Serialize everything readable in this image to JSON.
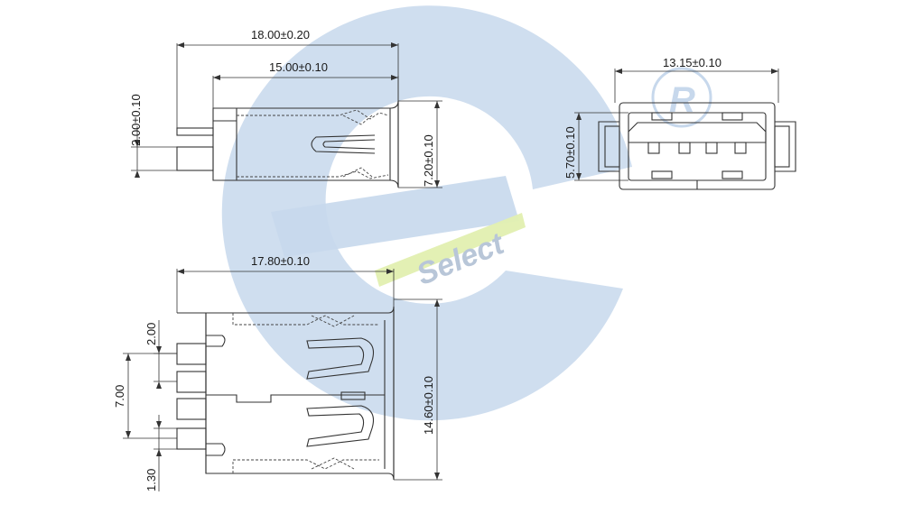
{
  "watermark": {
    "brand_text": "Select",
    "registered_mark": "R",
    "colors": {
      "blue": "#c7d8ec",
      "green": "#e2efb0",
      "brand_text": "#b8c6d8"
    }
  },
  "dimensions": {
    "top_view": {
      "overall_length": "18.00±0.20",
      "body_length": "15.00±0.10",
      "pin_offset": "2.00±0.10",
      "height": "7.20±0.10"
    },
    "front_view": {
      "width": "13.15±0.10",
      "height": "5.70±0.10"
    },
    "side_view": {
      "length": "17.80±0.10",
      "pin_pitch": "2.00",
      "pin_span": "7.00",
      "pin_width": "1.30",
      "overall_width": "14.60±0.10"
    }
  }
}
